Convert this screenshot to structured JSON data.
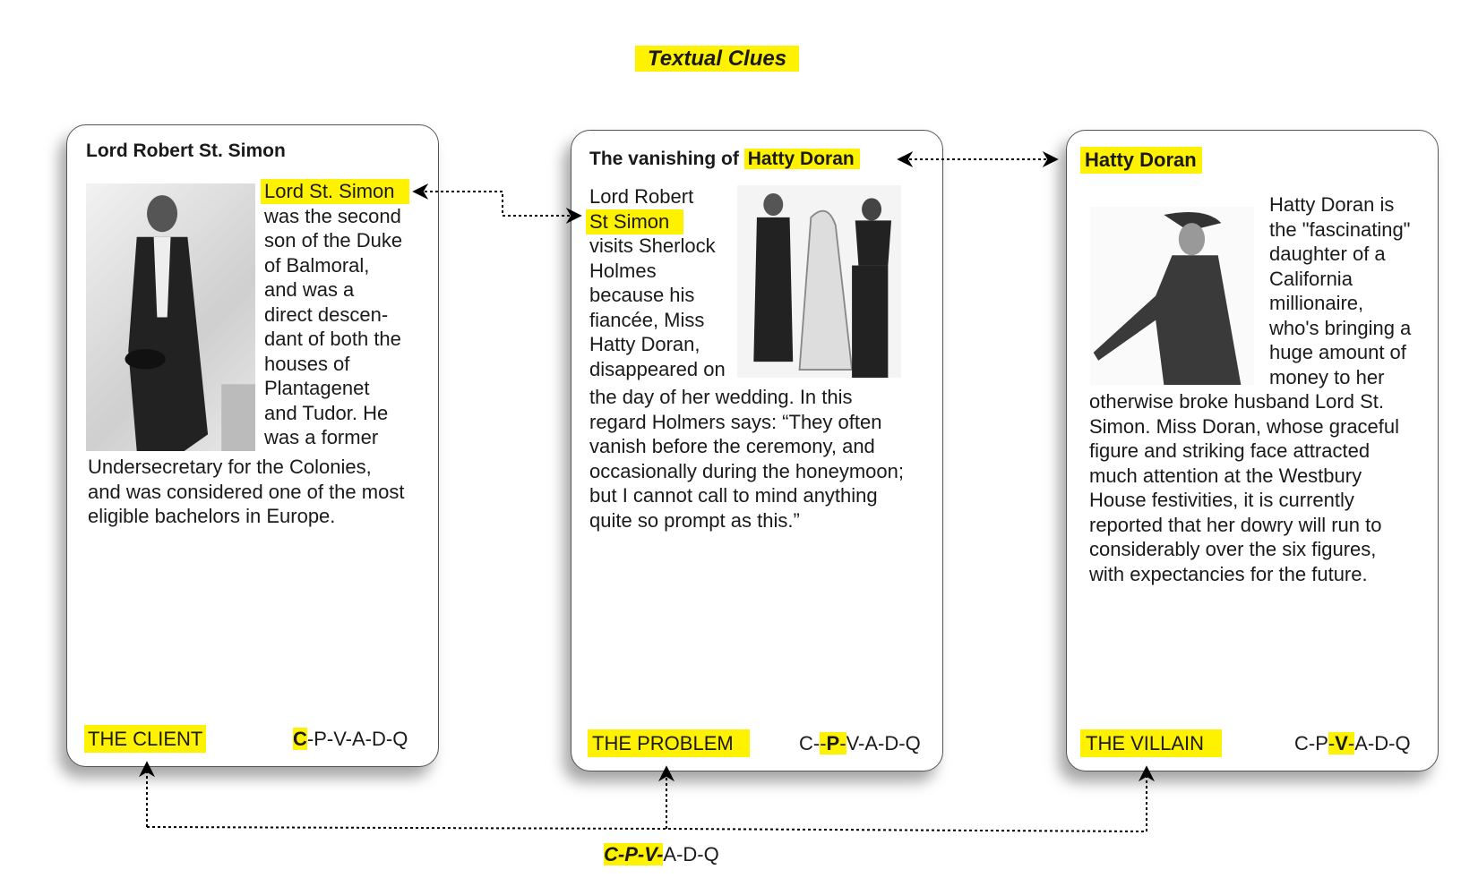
{
  "title": "Textual Clues",
  "cards": [
    {
      "heading": "Lord Robert St. Simon",
      "side_lines": [
        "Lord  St. Simon",
        "was the second",
        "son of the Duke",
        "of Balmoral,",
        "and was a",
        "direct descen-",
        "dant of both the",
        "houses of",
        "Plantagenet",
        "and Tudor. He",
        "was a former"
      ],
      "full_lines": [
        "Undersecretary for the Colonies,",
        "and was considered one of the most",
        "eligible bachelors in Europe."
      ],
      "role": "THE CLIENT",
      "code": [
        {
          "text": "C",
          "hl": true,
          "bold": true
        },
        {
          "text": "-P-V-A-D-Q"
        }
      ]
    },
    {
      "heading_prefix": "The vanishing of ",
      "heading_highlight": "Hatty Doran",
      "side_lines": [
        "Lord Robert",
        "St Simon",
        "visits Sherlock",
        "Holmes",
        "because his",
        "fiancée, Miss",
        "Hatty Doran,",
        "disappeared on"
      ],
      "full_lines": [
        "the day of her wedding. In this",
        "regard Holmers says: “They often",
        "vanish before the ceremony, and",
        "occasionally during the honeymoon;",
        "but I cannot call to mind anything",
        "quite so prompt as this.”"
      ],
      "role": "THE PROBLEM",
      "code": [
        {
          "text": "C-"
        },
        {
          "text": "-",
          "hl": true
        },
        {
          "text": "P",
          "hl": true,
          "bold": true
        },
        {
          "text": "-",
          "hl": true
        },
        {
          "text": "V-A-D-Q"
        }
      ]
    },
    {
      "heading": "Hatty Doran",
      "side_lines": [
        "Hatty Doran is",
        "the \"fascinating\"",
        "daughter of a",
        "California",
        "millionaire,",
        "who's bringing a",
        "huge amount of",
        "money to her"
      ],
      "full_lines": [
        "otherwise broke husband Lord  St.",
        "Simon. Miss Doran, whose graceful",
        "figure and striking face attracted",
        "much attention at the Westbury",
        "House festivities, it is currently",
        "reported that her dowry will run to",
        "considerably over the six figures,",
        "with expectancies for the future."
      ],
      "role": "THE VILLAIN",
      "code": [
        {
          "text": "C-P"
        },
        {
          "text": "-",
          "hl": true
        },
        {
          "text": "V",
          "hl": true,
          "bold": true
        },
        {
          "text": "-",
          "hl": true
        },
        {
          "text": "A-D-Q"
        }
      ]
    }
  ],
  "bottom_code": [
    {
      "text": "C-P-V-",
      "hl": true,
      "bold": true,
      "italic": true
    },
    {
      "text": "A-D-Q"
    }
  ],
  "colors": {
    "highlight": "#fff200",
    "border": "#555555"
  }
}
